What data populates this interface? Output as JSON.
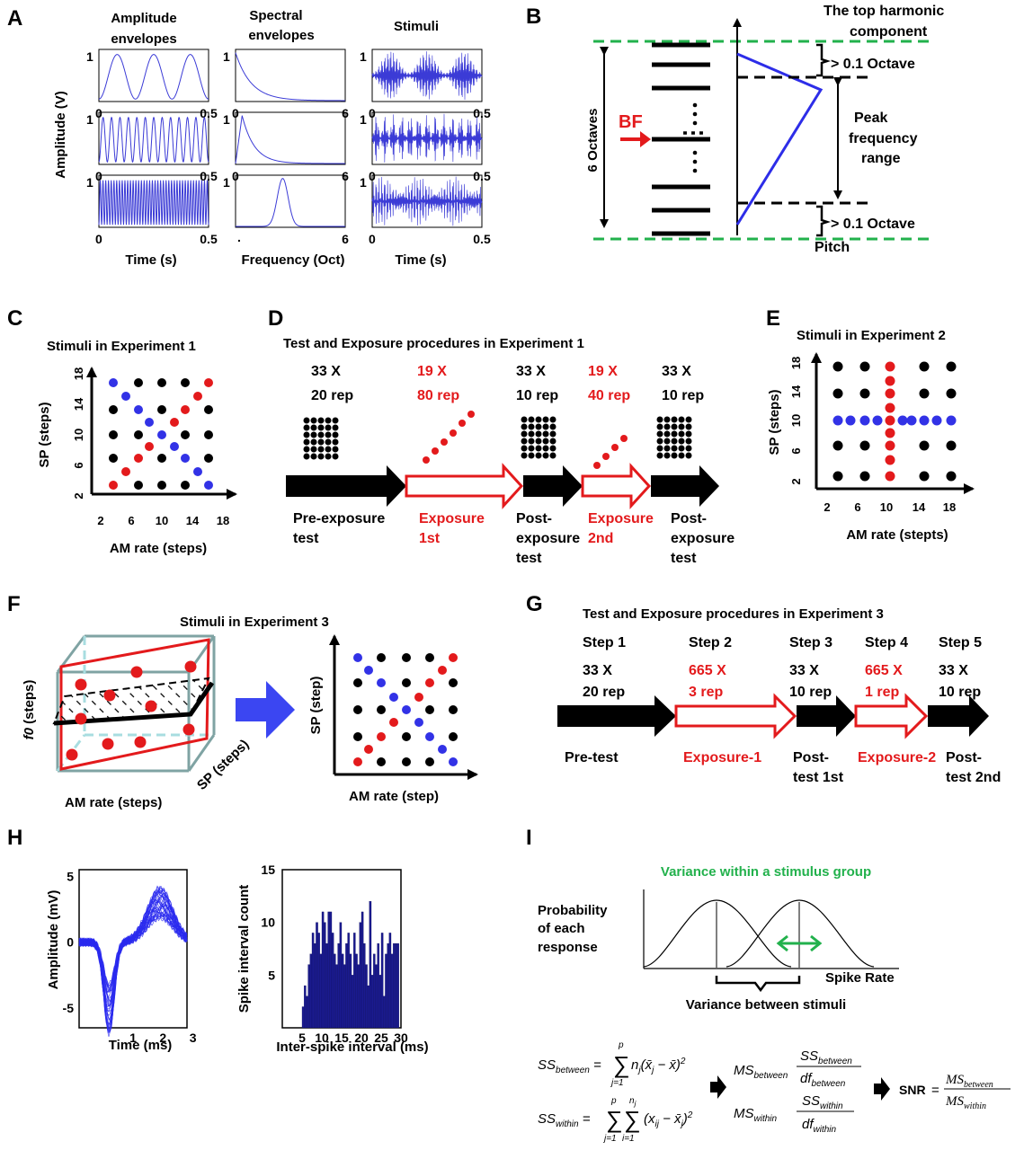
{
  "panels": [
    "A",
    "B",
    "C",
    "D",
    "E",
    "F",
    "G",
    "H",
    "I"
  ],
  "A": {
    "col_titles": [
      [
        "Amplitude",
        "envelopes"
      ],
      [
        "Spectral",
        "envelopes"
      ],
      [
        "Stimuli"
      ]
    ],
    "ylabel": "Amplitude (V)",
    "xlabels": [
      "Time (s)",
      "Frequency  (Oct)",
      "Time (s)"
    ],
    "tick_one": "1",
    "tick_zero": "0",
    "time_max": "0.5",
    "freq_max": "6"
  },
  "B": {
    "title": [
      "The top harmonic",
      "component"
    ],
    "octaves": "6 Octaves",
    "bf": "BF",
    "oct_top": "> 0.1 Octave",
    "oct_bottom": "> 0.1 Octave",
    "peak": [
      "Peak",
      "frequency",
      "range"
    ],
    "pitch": "Pitch"
  },
  "C": {
    "title": "Stimuli  in Experiment 1",
    "ylabel": "SP (steps)",
    "xlabel": "AM rate (steps)",
    "yticks": [
      "2",
      "6",
      "10",
      "14",
      "18"
    ],
    "xticks": [
      "2",
      "6",
      "10",
      "14",
      "18"
    ]
  },
  "D": {
    "title": "Test and Exposure procedures in Experiment 1",
    "counts": [
      [
        "33 X",
        "20 rep"
      ],
      [
        "19 X",
        "80 rep"
      ],
      [
        "33 X",
        "10 rep"
      ],
      [
        "19 X",
        "40 rep"
      ],
      [
        "33 X",
        "10 rep"
      ]
    ],
    "labels": [
      [
        "Pre-exposure",
        "test"
      ],
      [
        "Exposure",
        "1st"
      ],
      [
        "Post-",
        "exposure",
        "test"
      ],
      [
        "Exposure",
        "2nd"
      ],
      [
        "Post-",
        "exposure",
        "test"
      ]
    ]
  },
  "E": {
    "title": "Stimuli  in Experiment  2",
    "ylabel": "SP (steps)",
    "xlabel": "AM rate (stepts)",
    "yticks": [
      "2",
      "6",
      "10",
      "14",
      "18"
    ],
    "xticks": [
      "2",
      "6",
      "10",
      "14",
      "18"
    ]
  },
  "F": {
    "title": "Stimuli  in Experiment 3",
    "f0": "f0",
    "f0_rest": " (steps)",
    "am": "AM rate (steps)",
    "sp": "SP (steps)",
    "ylabel": "SP (step)",
    "xlabel": "AM rate (step)"
  },
  "G": {
    "title": "Test and Exposure procedures in Experiment 3",
    "steps": [
      "Step 1",
      "Step 2",
      "Step 3",
      "Step 4",
      "Step 5"
    ],
    "counts": [
      [
        "33 X",
        "20 rep"
      ],
      [
        "665 X",
        "3 rep"
      ],
      [
        "33 X",
        "10 rep"
      ],
      [
        "665 X",
        "1 rep"
      ],
      [
        "33 X",
        "10 rep"
      ]
    ],
    "labels": [
      [
        "Pre-test"
      ],
      [
        "Exposure-1"
      ],
      [
        "Post-",
        "test 1st"
      ],
      [
        "Exposure-2"
      ],
      [
        "Post-",
        "test 2nd"
      ]
    ]
  },
  "H": {
    "ylabel": "Amplitude (mV)",
    "xlabel": "Time (ms)",
    "yticks": [
      "5",
      "0",
      "-5"
    ],
    "xticks": [
      "1",
      "2",
      "3"
    ],
    "ylabel2": "Spike interval count",
    "xlabel2": "Inter-spike interval (ms)",
    "yticks2": [
      "15",
      "10",
      "5"
    ],
    "xticks2": [
      "5",
      "10",
      "15",
      "20",
      "25",
      "30"
    ]
  },
  "I": {
    "title": "Variance within a stimulus group",
    "prob": [
      "Probability",
      "of each",
      "response"
    ],
    "spike": "Spike Rate",
    "between": "Variance between stimuli",
    "ms_between": "MS",
    "ms_within": "MS",
    "snr": "SNR"
  },
  "chart_data": [
    {
      "type": "bar",
      "xlabel": "Inter-spike interval (ms)",
      "ylabel": "Spike interval count",
      "xlim": [
        0,
        30
      ],
      "ylim": [
        0,
        15
      ],
      "x": [
        5,
        5.5,
        6,
        6.5,
        7,
        7.5,
        8,
        8.5,
        9,
        9.5,
        10,
        10.5,
        11,
        11.5,
        12,
        12.5,
        13,
        13.5,
        14,
        14.5,
        15,
        15.5,
        16,
        16.5,
        17,
        17.5,
        18,
        18.5,
        19,
        19.5,
        20,
        20.5,
        21,
        21.5,
        22,
        22.5,
        23,
        23.5,
        24,
        24.5,
        25,
        25.5,
        26,
        26.5,
        27,
        27.5,
        28,
        28.5,
        29
      ],
      "values": [
        2,
        4,
        3,
        6,
        7,
        9,
        8,
        10,
        9,
        7,
        11,
        10,
        8,
        11,
        11,
        9,
        7,
        6,
        8,
        10,
        7,
        6,
        8,
        9,
        7,
        5,
        9,
        7,
        6,
        10,
        11,
        8,
        6,
        4,
        12,
        5,
        7,
        6,
        8,
        5,
        9,
        3,
        7,
        8,
        9,
        7,
        8,
        8,
        8
      ]
    }
  ]
}
